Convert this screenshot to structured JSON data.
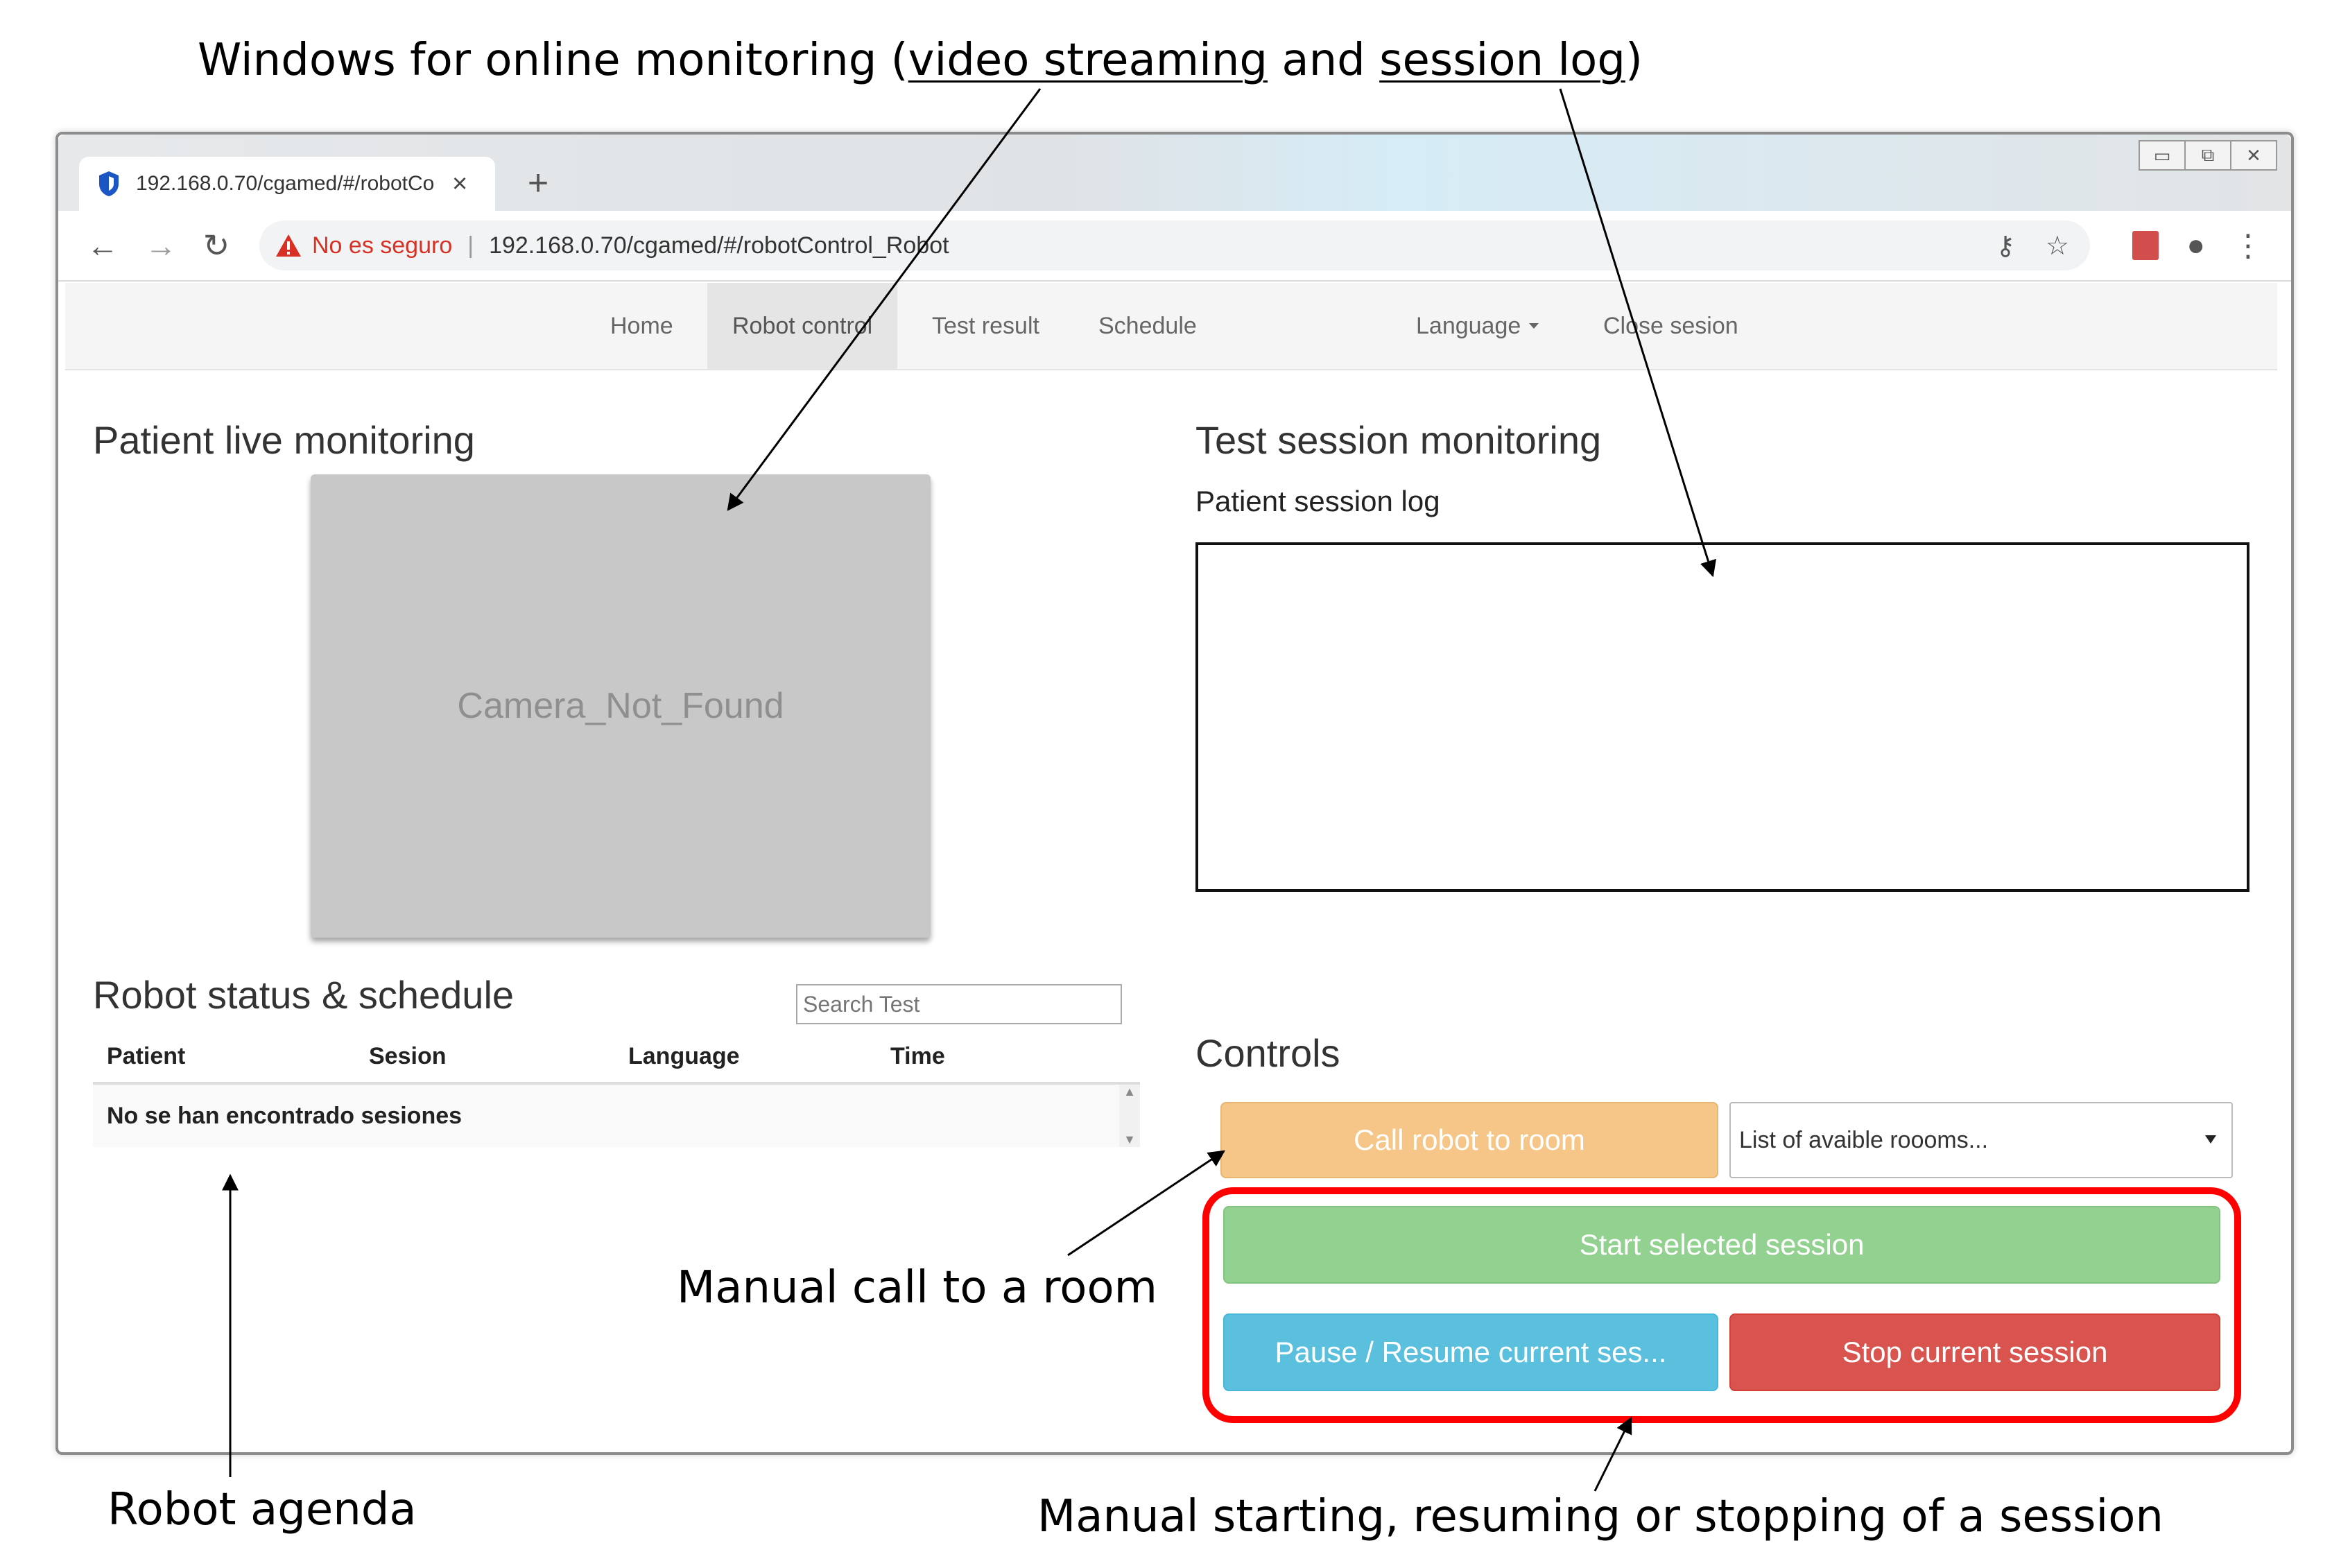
{
  "annotations": {
    "top_prefix": "Windows for online monitoring (",
    "top_video": "video streaming",
    "top_and": " and ",
    "top_log": "session log",
    "top_suffix": ")",
    "manual_call": "Manual call to a room",
    "robot_agenda": "Robot agenda",
    "manual_session": "Manual starting, resuming or stopping of a session"
  },
  "browser": {
    "tab_title": "192.168.0.70/cgamed/#/robotCo",
    "tab_close": "×",
    "new_tab": "+",
    "insecure_label": "No es seguro",
    "url": "192.168.0.70/cgamed/#/robotControl_Robot"
  },
  "nav": {
    "home": "Home",
    "robot_control": "Robot control",
    "test_result": "Test result",
    "schedule": "Schedule",
    "language": "Language",
    "close_session": "Close sesion"
  },
  "live": {
    "title": "Patient live monitoring",
    "camera_status": "Camera_Not_Found"
  },
  "session_monitor": {
    "title": "Test session monitoring",
    "log_label": "Patient session log"
  },
  "schedule": {
    "title": "Robot status & schedule",
    "search_placeholder": "Search Test",
    "columns": [
      "Patient",
      "Sesion",
      "Language",
      "Time"
    ],
    "empty_message": "No se han encontrado sesiones"
  },
  "controls": {
    "title": "Controls",
    "call_robot": "Call robot to room",
    "rooms_placeholder": "List of avaible roooms...",
    "start_session": "Start selected session",
    "pause_resume": "Pause / Resume current ses...",
    "stop_session": "Stop current session"
  },
  "colors": {
    "call_robot": "#f5c687",
    "start_session": "#93d191",
    "pause_resume": "#5bc0de",
    "stop_session": "#d9534f",
    "highlight": "#ff0000",
    "insecure": "#d93025"
  }
}
